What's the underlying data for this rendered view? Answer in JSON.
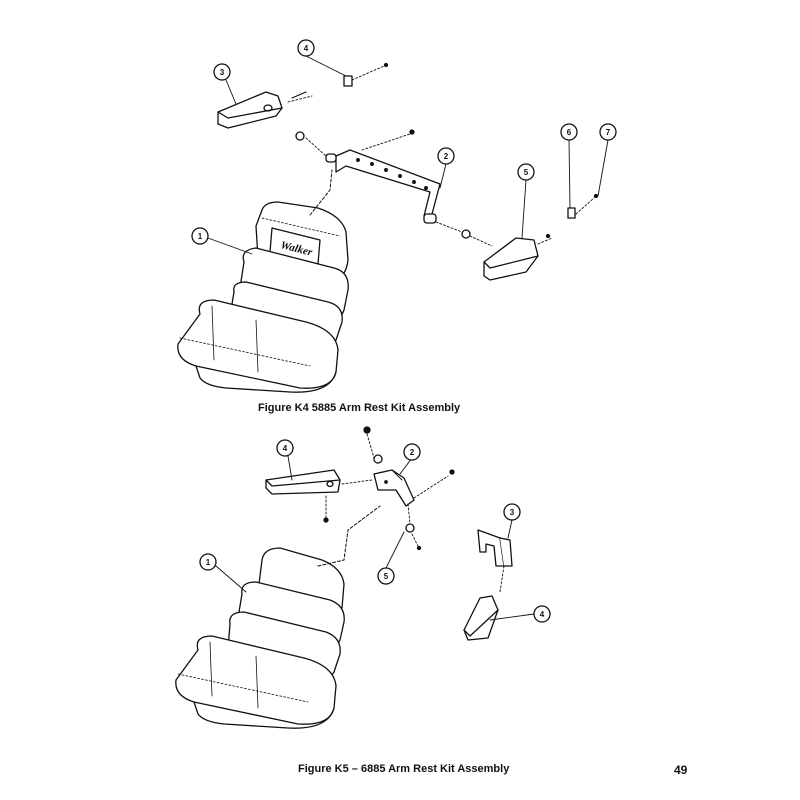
{
  "figure_k4": {
    "caption": "Figure K4   5885 Arm Rest Kit Assembly",
    "seat_brand": "Walker",
    "callouts": [
      "1",
      "2",
      "3",
      "4",
      "5",
      "6",
      "7"
    ]
  },
  "figure_k5": {
    "caption": "Figure K5 – 6885 Arm Rest Kit Assembly",
    "callouts": [
      "1",
      "2",
      "3",
      "4",
      "4",
      "5"
    ]
  },
  "page_number": "49"
}
